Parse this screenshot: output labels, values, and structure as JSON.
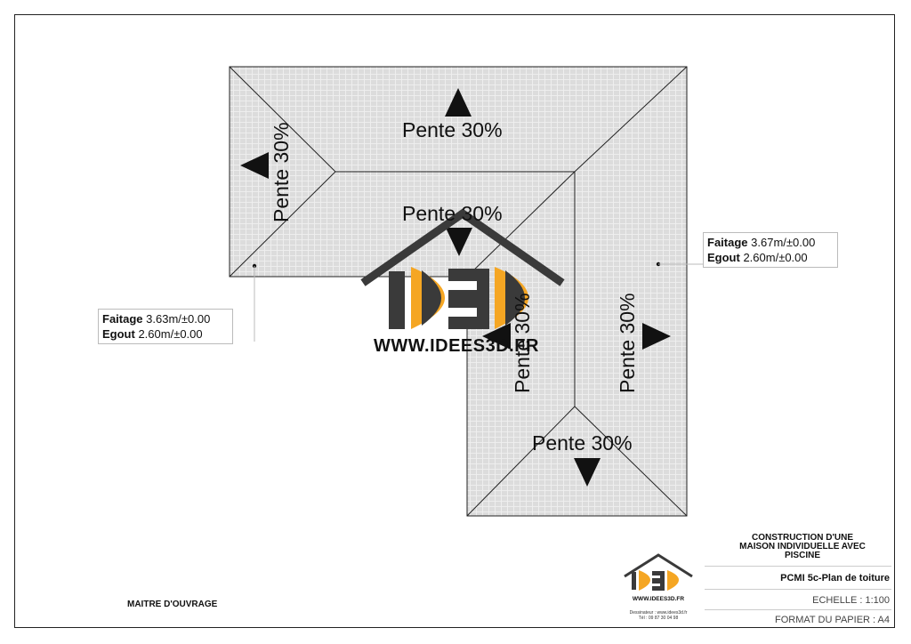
{
  "slopes": {
    "north": "Pente 30%",
    "west": "Pente 30%",
    "center": "Pente 30%",
    "inner": "Pente 30%",
    "east": "Pente 30%",
    "south": "Pente 30%"
  },
  "annotations": {
    "left": {
      "faitage_label": "Faitage",
      "faitage_value": "3.63m/±0.00",
      "egout_label": "Egout",
      "egout_value": "2.60m/±0.00"
    },
    "right": {
      "faitage_label": "Faitage",
      "faitage_value": "3.67m/±0.00",
      "egout_label": "Egout",
      "egout_value": "2.60m/±0.00"
    }
  },
  "watermark": {
    "url": "WWW.IDEES3D.FR"
  },
  "title_block": {
    "project_line1": "CONSTRUCTION D'UNE",
    "project_line2": "MAISON INDIVIDUELLE AVEC",
    "project_line3": "PISCINE",
    "sheet_name": "PCMI 5c-Plan de toiture",
    "scale": "ECHELLE : 1:100",
    "paper_format": "FORMAT DU PAPIER : A4",
    "logo_url": "WWW.IDEES3D.FR",
    "designer_line1": "Dessinateur : www.idees3d.fr",
    "designer_line2": "Tél : 09 87 30 04 98"
  },
  "maitre_ouvrage": "MAITRE D'OUVRAGE",
  "colors": {
    "roof_fill": "#dedede",
    "tile_line": "#f4f4f4",
    "ridge": "#222222",
    "logo_orange": "#f5a623",
    "logo_dark": "#3a3a3a"
  }
}
